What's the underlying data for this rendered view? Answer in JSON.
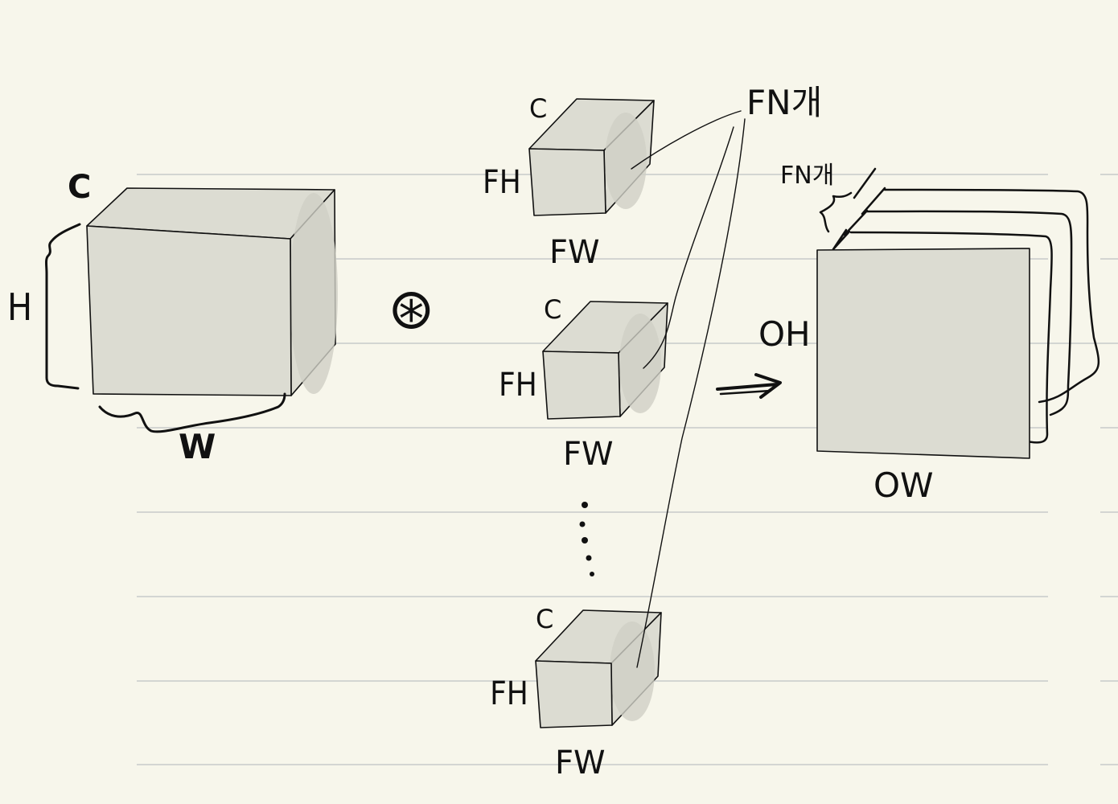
{
  "input": {
    "c": "C",
    "h": "H",
    "w": "W"
  },
  "operator": "⊛",
  "filters": [
    {
      "c": "C",
      "h": "FH",
      "w": "FW"
    },
    {
      "c": "C",
      "h": "FH",
      "w": "FW"
    },
    {
      "c": "C",
      "h": "FH",
      "w": "FW"
    }
  ],
  "filter_count": "FN개",
  "output": {
    "count": "FN개",
    "h": "OH",
    "w": "OW"
  },
  "colors": {
    "ink": "#111111",
    "paper": "#f7f6eb",
    "face": "#dcdcd2",
    "rule": "#d3d5d2"
  }
}
